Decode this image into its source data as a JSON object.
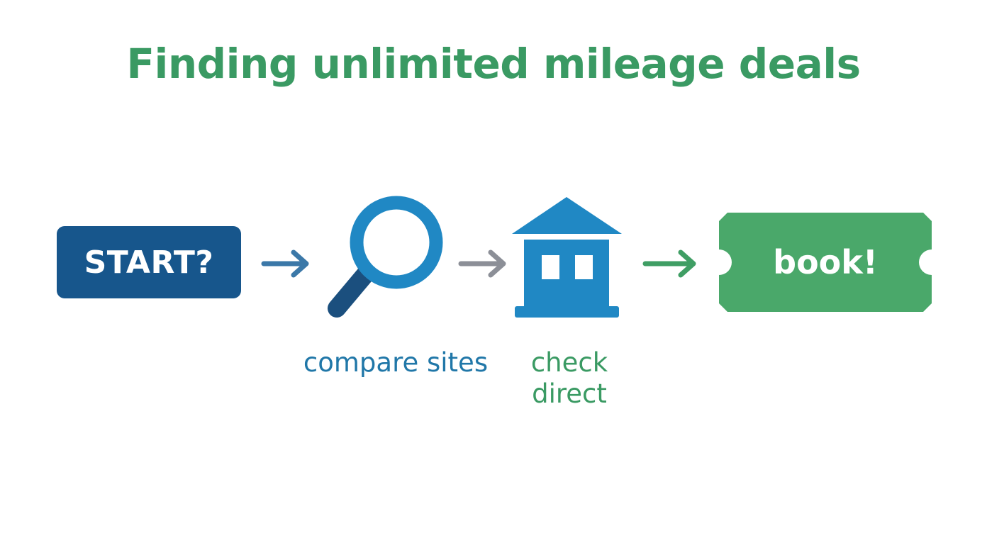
{
  "title": "Finding unlimited mileage deals",
  "steps": {
    "start": {
      "label": "START?"
    },
    "compare": {
      "caption": "compare sites",
      "icon": "magnifying-glass-icon"
    },
    "check": {
      "caption_line1": "check",
      "caption_line2": "direct",
      "icon": "building-icon"
    },
    "book": {
      "label": "book!",
      "icon": "ticket-icon"
    }
  },
  "colors": {
    "title_green": "#3a9a63",
    "start_navy": "#17568c",
    "icon_blue": "#2088c4",
    "icon_dark_blue": "#1b4f7e",
    "arrow_blue": "#3b78a8",
    "arrow_gray": "#8c8f97",
    "arrow_green": "#3f9e64",
    "ticket_green": "#4aa86a"
  }
}
